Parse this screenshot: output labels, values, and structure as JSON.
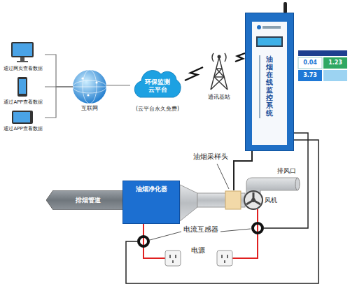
{
  "diagram": {
    "nodes": [
      {
        "text": [
          "通过网页查看数据"
        ]
      },
      {
        "text": [
          "通过APP查看数据"
        ]
      },
      {
        "text": [
          "通过APP查看数据"
        ]
      },
      {
        "text": [
          "互联网"
        ]
      },
      {
        "text": [
          "环保监测云平台",
          "(云平台永久免费)"
        ]
      },
      {
        "text": [
          "通讯基站"
        ]
      },
      {
        "text": [
          "油烟在线监控系统"
        ]
      },
      {
        "text": [
          "排烟管道"
        ]
      },
      {
        "text": [
          "油烟净化器"
        ]
      },
      {
        "text": [
          "风机"
        ]
      }
    ],
    "edges": [
      {
        "from": 0,
        "to": 3,
        "arrow": "none"
      },
      {
        "from": 1,
        "to": 3,
        "arrow": "none"
      },
      {
        "from": 2,
        "to": 3,
        "arrow": "none"
      },
      {
        "from": 3,
        "to": 4,
        "arrow": "none"
      },
      {
        "from": 4,
        "to": 5,
        "arrow": "none"
      },
      {
        "from": 5,
        "to": 6,
        "arrow": "none"
      }
    ],
    "labels": [
      "油烟采样头",
      "排风口",
      "电流互感器",
      "电源",
      "0.04",
      "1.23",
      "3.73"
    ]
  }
}
